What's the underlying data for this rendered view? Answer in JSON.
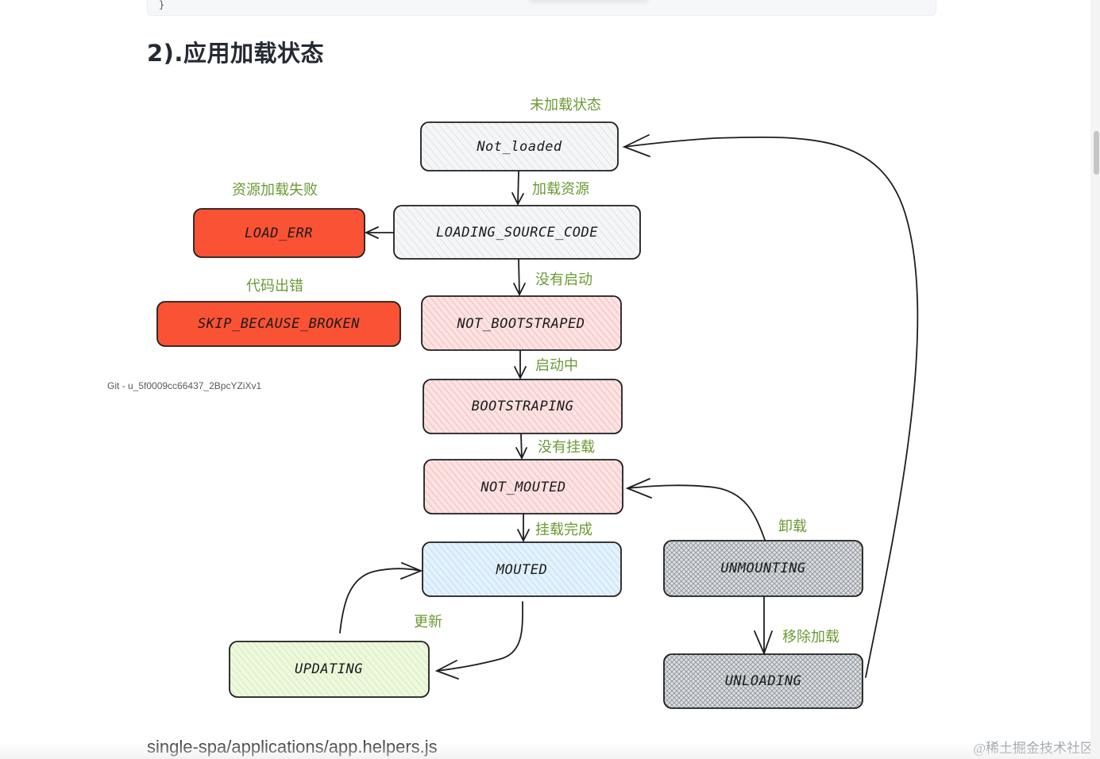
{
  "top_block": {
    "mark": "}"
  },
  "heading": "2).应用加载状态",
  "watermark": "Git - u_5f0009cc66437_2BpcYZiXv1",
  "footer_path": "single-spa/applications/app.helpers.js",
  "site_watermark": "@稀土掘金技术社区",
  "colors": {
    "grey": "#e9ecef",
    "red_solid": "#fa5234",
    "red_light": "#ffc9c9",
    "blue": "#a5d8ff",
    "green": "#d8f5a2",
    "label_green": "#6c9a35",
    "hatch_dark": "#868e96"
  },
  "nodes": {
    "not_loaded": "Not_loaded",
    "loading_source_code": "LOADING_SOURCE_CODE",
    "load_err": "LOAD_ERR",
    "skip_because_broken": "SKIP_BECAUSE_BROKEN",
    "not_bootstraped": "NOT_BOOTSTRAPED",
    "bootstraping": "BOOTSTRAPING",
    "not_mouted": "NOT_MOUTED",
    "mouted": "MOUTED",
    "unmounting": "UNMOUNTING",
    "updating": "UPDATING",
    "unloading": "UNLOADING"
  },
  "labels": {
    "unloaded_state": "未加载状态",
    "load_resource": "加载资源",
    "resource_load_failed": "资源加载失败",
    "code_error": "代码出错",
    "not_started": "没有启动",
    "starting": "启动中",
    "not_mounted": "没有挂载",
    "mount_complete": "挂载完成",
    "unmount": "卸载",
    "update": "更新",
    "remove_load": "移除加载"
  }
}
